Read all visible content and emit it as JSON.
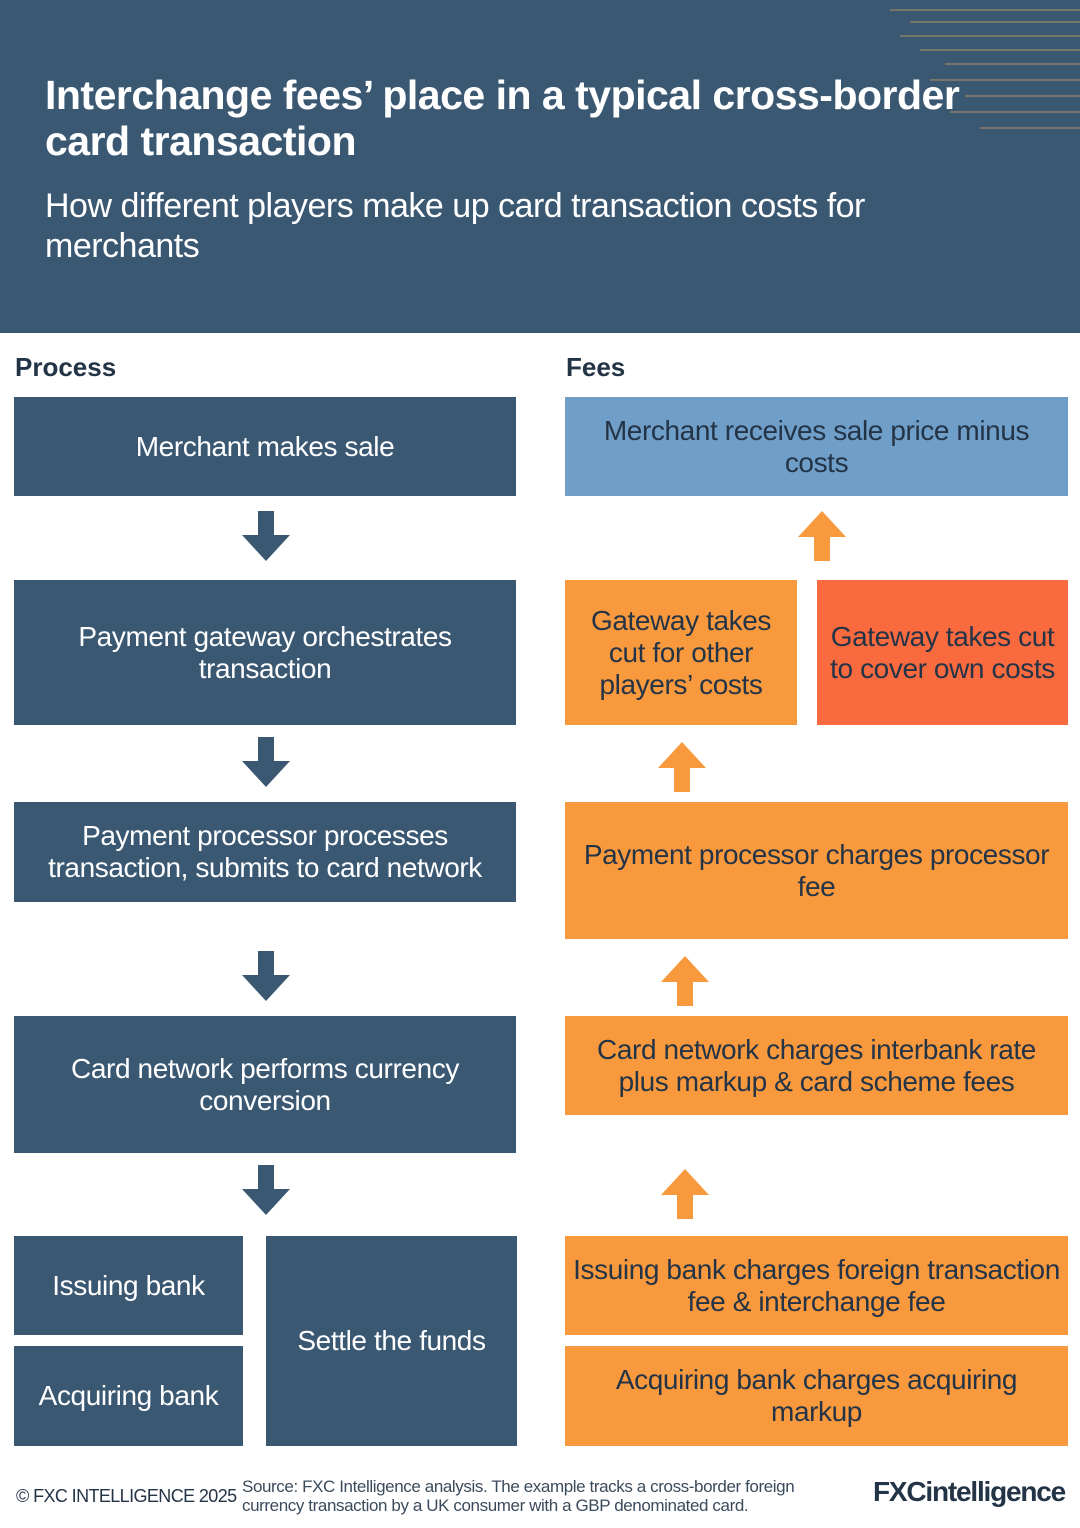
{
  "header": {
    "title": "Interchange fees’ place in a typical cross-border card transaction",
    "subtitle": "How different players make up card transaction costs for merchants"
  },
  "process": {
    "label": "Process",
    "steps": [
      "Merchant makes sale",
      "Payment gateway orchestrates transaction",
      "Payment processor processes transaction, submits to card network",
      "Card network performs currency conversion"
    ],
    "issuing_bank": "Issuing bank",
    "acquiring_bank": "Acquiring bank",
    "settle": "Settle the funds"
  },
  "fees": {
    "label": "Fees",
    "merchant_receives": "Merchant receives sale price minus costs",
    "gateway_other": "Gateway takes cut for other players’ costs",
    "gateway_own": "Gateway takes cut to cover own costs",
    "processor_fee": "Payment processor charges processor fee",
    "card_network": "Card network charges interbank rate plus markup & card scheme fees",
    "issuing_fee": "Issuing bank charges foreign transaction fee & interchange fee",
    "acquiring_fee": "Acquiring bank charges acquiring markup"
  },
  "footer": {
    "copyright": "© FXC INTELLIGENCE 2025",
    "source": "Source: FXC Intelligence analysis. The example tracks a cross-border foreign currency transaction by a UK consumer with a GBP denominated card.",
    "logo": "FXCintelligence"
  },
  "colors": {
    "header_bg": "#3b5873",
    "process_box": "#3b5873",
    "fee_orange": "#f8993d",
    "fee_red": "#fa6a3f",
    "fee_blue": "#6f9ec8",
    "arrow_orange": "#f8993d",
    "arrow_dark": "#3b5873"
  }
}
